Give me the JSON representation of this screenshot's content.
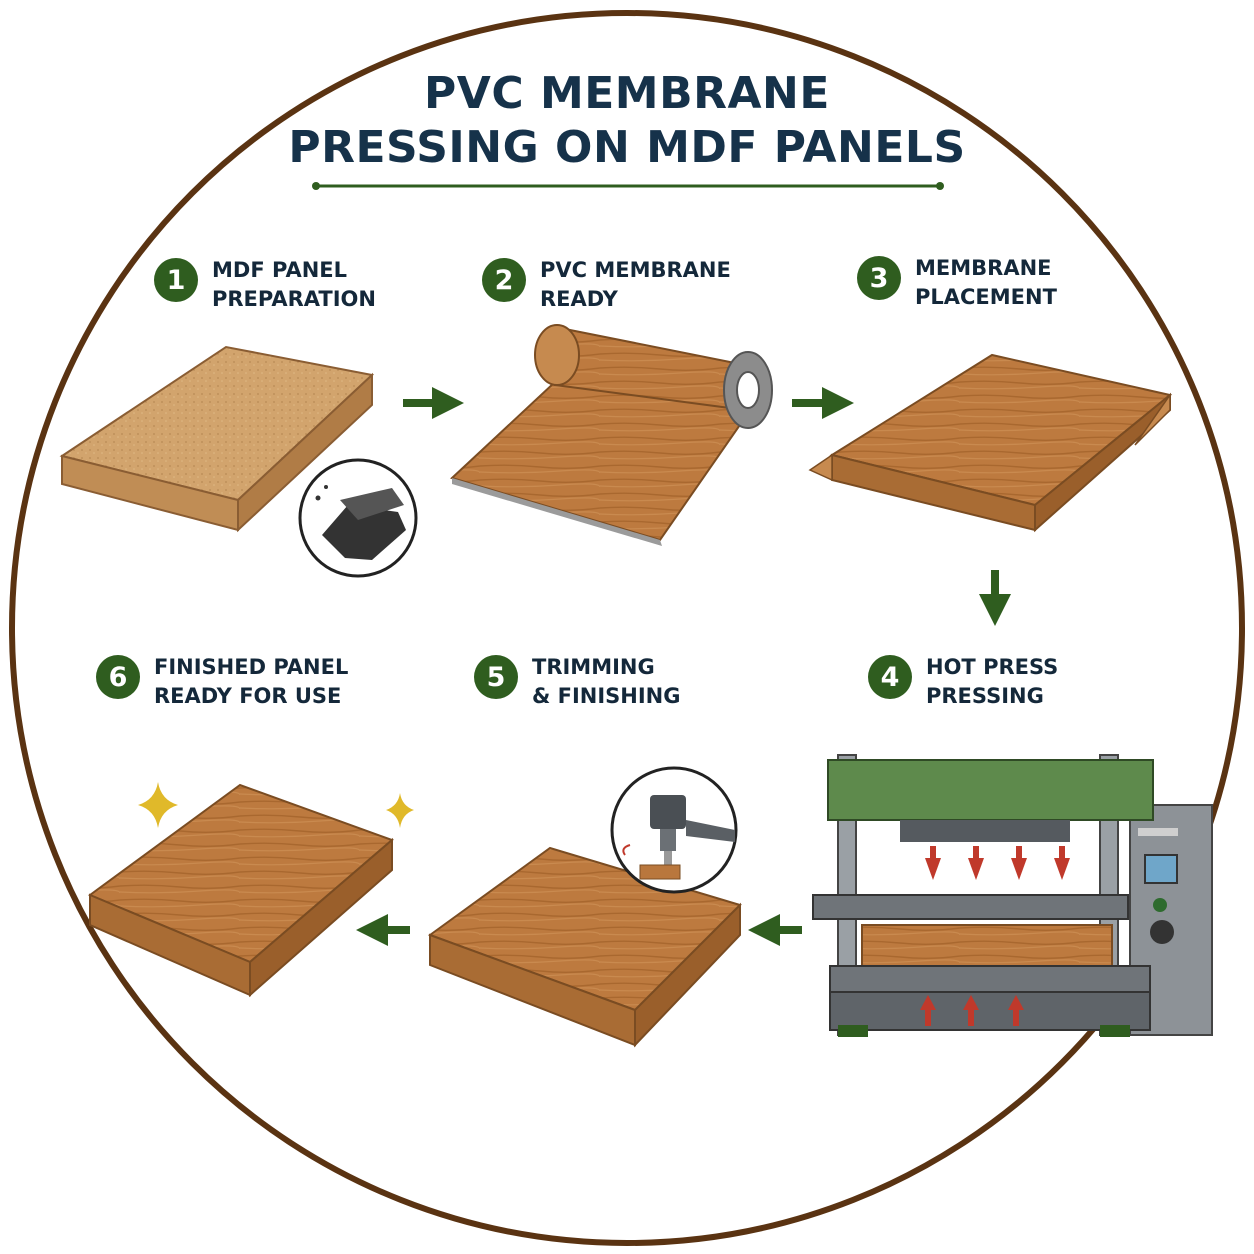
{
  "title": {
    "line1": "PVC MEMBRANE",
    "line2": "PRESSING ON MDF PANELS"
  },
  "steps": [
    {
      "number": "1",
      "line1": "MDF PANEL",
      "line2": "PREPARATION"
    },
    {
      "number": "2",
      "line1": "PVC MEMBRANE",
      "line2": "READY"
    },
    {
      "number": "3",
      "line1": "MEMBRANE",
      "line2": "PLACEMENT"
    },
    {
      "number": "4",
      "line1": "HOT PRESS",
      "line2": "PRESSING"
    },
    {
      "number": "5",
      "line1": "TRIMMING",
      "line2": "& FINISHING"
    },
    {
      "number": "6",
      "line1": "FINISHED PANEL",
      "line2": "READY FOR USE"
    }
  ],
  "colors": {
    "frame": "#5a3312",
    "title": "#16324a",
    "accent_green": "#2f5d1f",
    "wood": "#b9773d",
    "mdf": "#cfa06a",
    "press_green": "#5e8a4c",
    "press_steel": "#7d8287",
    "press_arrows": "#c0392b",
    "sparkle": "#e0b92a"
  },
  "icons": {
    "sanding": "hand-sanding-icon",
    "trimming": "router-trimming-icon",
    "sparkle": "sparkle-icon"
  }
}
